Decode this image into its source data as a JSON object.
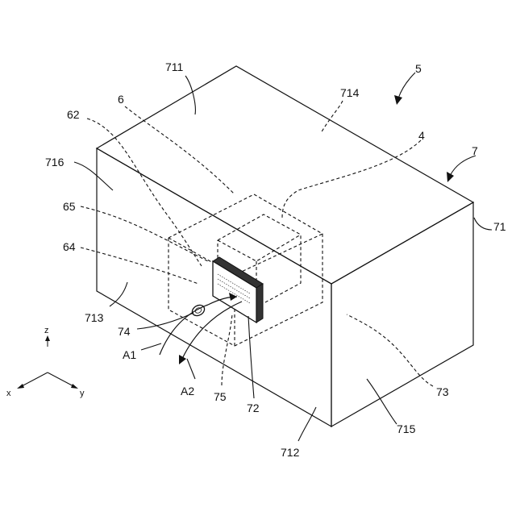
{
  "figure": {
    "labels": {
      "l711": "711",
      "l6": "6",
      "l714": "714",
      "l5": "5",
      "l62": "62",
      "l4": "4",
      "l7": "7",
      "l716": "716",
      "l71": "71",
      "l65": "65",
      "l64": "64",
      "l713": "713",
      "l74": "74",
      "lA1": "A1",
      "lA2": "A2",
      "l75": "75",
      "l72": "72",
      "l73": "73",
      "l712": "712",
      "l715": "715"
    },
    "axes": {
      "z": "z",
      "x": "x",
      "y": "y"
    }
  }
}
